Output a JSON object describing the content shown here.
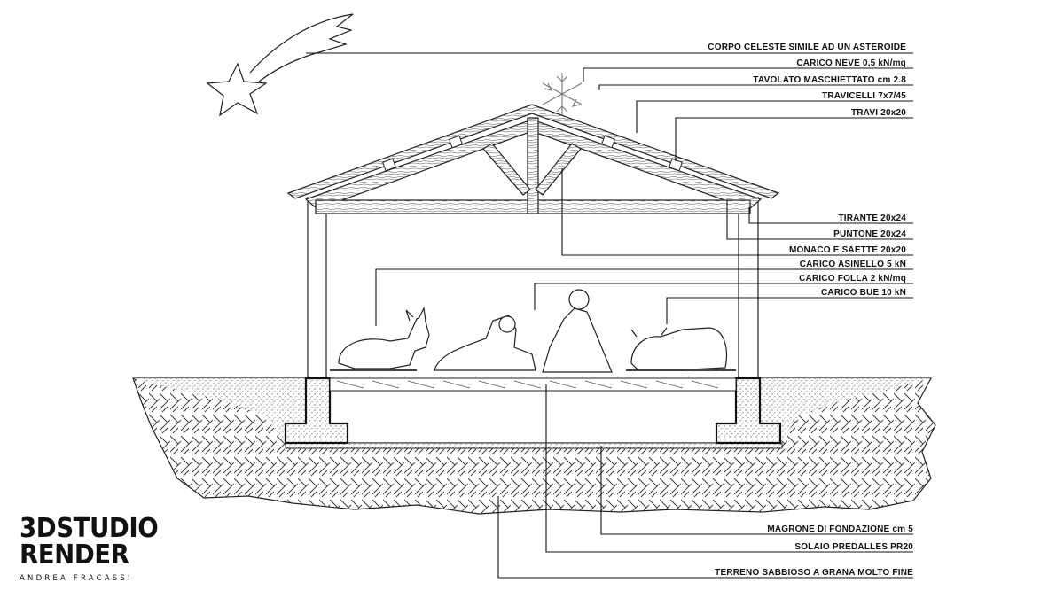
{
  "labels": {
    "top": [
      "CORPO CELESTE SIMILE AD UN ASTEROIDE",
      "CARICO NEVE 0,5 kN/mq",
      "TAVOLATO MASCHIETTATO cm 2.8",
      "TRAVICELLI 7x7/45",
      "TRAVI 20x20"
    ],
    "middle": [
      "TIRANTE 20x24",
      "PUNTONE 20x24",
      "MONACO E SAETTE 20x20",
      "CARICO ASINELLO 5 kN",
      "CARICO FOLLA 2 kN/mq",
      "CARICO BUE 10 kN"
    ],
    "bottom": [
      "MAGRONE DI FONDAZIONE cm 5",
      "SOLAIO PREDALLES PR20",
      "TERRENO SABBIOSO A GRANA MOLTO FINE"
    ]
  },
  "logo": {
    "line1": "3DSTUDIO",
    "line2": "RENDER",
    "line3": "ANDREA FRACASSI"
  },
  "icons": [
    "shooting-star-icon",
    "snowflake-icon"
  ]
}
